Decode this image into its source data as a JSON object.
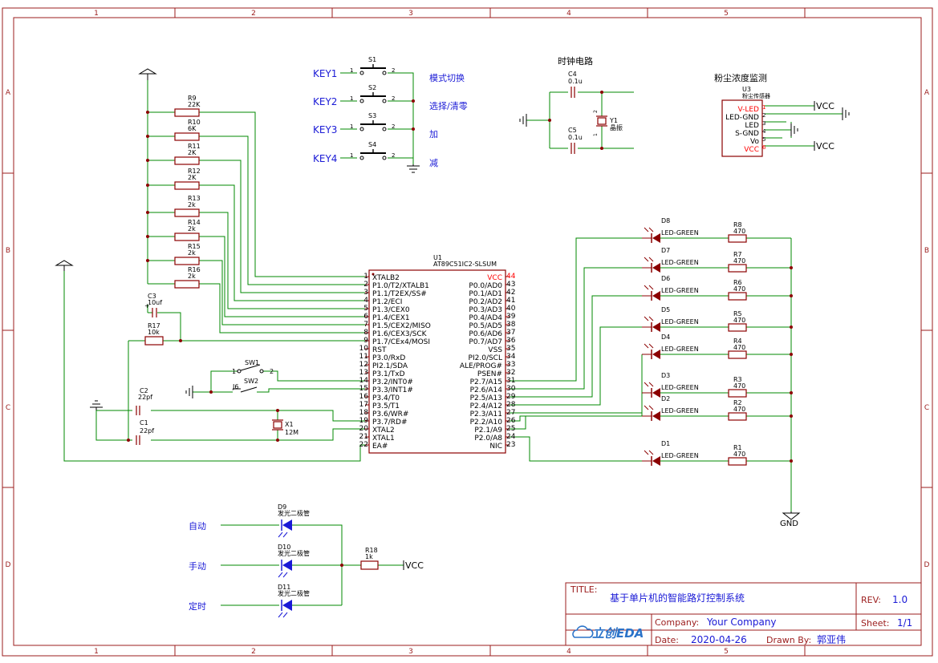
{
  "frame": {
    "columns": [
      "1",
      "2",
      "3",
      "4",
      "5"
    ],
    "rows": [
      "A",
      "B",
      "C",
      "D"
    ]
  },
  "keys": [
    {
      "net": "KEY1",
      "ref": "S1",
      "function": "模式切换"
    },
    {
      "net": "KEY2",
      "ref": "S2",
      "function": "选择/清零"
    },
    {
      "net": "KEY3",
      "ref": "S3",
      "function": "加"
    },
    {
      "net": "KEY4",
      "ref": "S4",
      "function": "减"
    }
  ],
  "pin_numbers": {
    "left": "1",
    "right": "2"
  },
  "resistors_pullup": [
    {
      "ref": "R9",
      "value": "22K"
    },
    {
      "ref": "R10",
      "value": "6K"
    },
    {
      "ref": "R11",
      "value": "2K"
    },
    {
      "ref": "R12",
      "value": "2K"
    },
    {
      "ref": "R13",
      "value": "2k"
    },
    {
      "ref": "R14",
      "value": "2k"
    },
    {
      "ref": "R15",
      "value": "2k"
    },
    {
      "ref": "R16",
      "value": "2k"
    }
  ],
  "clock": {
    "title": "时钟电路",
    "c4": {
      "ref": "C4",
      "value": "0.1u"
    },
    "c5": {
      "ref": "C5",
      "value": "0.1u"
    },
    "crystal": {
      "ref": "Y1",
      "value": "晶振"
    },
    "crystal_pins": [
      "1",
      "2"
    ]
  },
  "dust": {
    "title": "粉尘浓度监测",
    "ref": "U3",
    "value": "粉尘传感器",
    "pins": [
      {
        "name": "V-LED",
        "num": "1",
        "red": true
      },
      {
        "name": "LED-GND",
        "num": "2",
        "red": false
      },
      {
        "name": "LED",
        "num": "3",
        "red": false
      },
      {
        "name": "S-GND",
        "num": "4",
        "red": false
      },
      {
        "name": "Vo",
        "num": "5",
        "red": false
      },
      {
        "name": "VCC",
        "num": "6",
        "red": true
      }
    ],
    "vcc1": "VCC",
    "vcc2": "VCC"
  },
  "mcu": {
    "ref": "U1",
    "part": "AT89C51IC2-SLSUM",
    "left_pins": [
      {
        "num": "1",
        "name": "XTALB2"
      },
      {
        "num": "2",
        "name": "P1.0/T2/XTALB1"
      },
      {
        "num": "3",
        "name": "P1.1/T2EX/SS#"
      },
      {
        "num": "4",
        "name": "P1.2/ECI"
      },
      {
        "num": "5",
        "name": "P1.3/CEX0"
      },
      {
        "num": "6",
        "name": "P1.4/CEX1"
      },
      {
        "num": "7",
        "name": "P1.5/CEX2/MISO"
      },
      {
        "num": "8",
        "name": "P1.6/CEX3/SCK"
      },
      {
        "num": "9",
        "name": "P1.7/CEx4/MOSI"
      },
      {
        "num": "10",
        "name": "RST"
      },
      {
        "num": "11",
        "name": "P3.0/RxD"
      },
      {
        "num": "12",
        "name": "PI2.1/SDA"
      },
      {
        "num": "13",
        "name": "P3.1/TxD"
      },
      {
        "num": "14",
        "name": "P3.2/INT0#"
      },
      {
        "num": "15",
        "name": "P3.3/INT1#"
      },
      {
        "num": "16",
        "name": "P3.4/T0"
      },
      {
        "num": "17",
        "name": "P3.5/T1"
      },
      {
        "num": "18",
        "name": "P3.6/WR#"
      },
      {
        "num": "19",
        "name": "P3.7/RD#"
      },
      {
        "num": "20",
        "name": "XTAL2"
      },
      {
        "num": "21",
        "name": "XTAL1"
      },
      {
        "num": "22",
        "name": "EA#"
      }
    ],
    "right_pins": [
      {
        "num": "44",
        "name": "VCC",
        "red": true
      },
      {
        "num": "43",
        "name": "P0.0/AD0"
      },
      {
        "num": "42",
        "name": "P0.1/AD1"
      },
      {
        "num": "41",
        "name": "P0.2/AD2"
      },
      {
        "num": "40",
        "name": "P0.3/AD3"
      },
      {
        "num": "39",
        "name": "P0.4/AD4"
      },
      {
        "num": "38",
        "name": "P0.5/AD5"
      },
      {
        "num": "37",
        "name": "P0.6/AD6"
      },
      {
        "num": "36",
        "name": "P0.7/AD7"
      },
      {
        "num": "35",
        "name": "VSS"
      },
      {
        "num": "34",
        "name": "PI2.0/SCL"
      },
      {
        "num": "33",
        "name": "ALE/PROG#"
      },
      {
        "num": "32",
        "name": "PSEN#"
      },
      {
        "num": "31",
        "name": "P2.7/A15"
      },
      {
        "num": "30",
        "name": "P2.6/A14"
      },
      {
        "num": "29",
        "name": "P2.5/A13"
      },
      {
        "num": "28",
        "name": "P2.4/A12"
      },
      {
        "num": "27",
        "name": "P2.3/A11"
      },
      {
        "num": "26",
        "name": "P2.2/A10"
      },
      {
        "num": "25",
        "name": "P2.1/A9"
      },
      {
        "num": "24",
        "name": "P2.0/A8"
      },
      {
        "num": "23",
        "name": "NIC"
      }
    ]
  },
  "reset": {
    "c3": {
      "ref": "C3",
      "value": "10uf"
    },
    "r17": {
      "ref": "R17",
      "value": "10k"
    }
  },
  "switches": {
    "sw1": {
      "ref": "SW1",
      "pin1": "1",
      "pin2": "2"
    },
    "sw2": {
      "ref": "SW2",
      "label": "J6"
    }
  },
  "osc": {
    "c2": {
      "ref": "C2",
      "value": "22pf"
    },
    "c1": {
      "ref": "C1",
      "value": "22pf"
    },
    "x1": {
      "ref": "X1",
      "value": "12M"
    }
  },
  "leds": [
    {
      "ref": "D8",
      "value": "LED-GREEN",
      "r": "R8",
      "rv": "470"
    },
    {
      "ref": "D7",
      "value": "LED-GREEN",
      "r": "R7",
      "rv": "470"
    },
    {
      "ref": "D6",
      "value": "LED-GREEN",
      "r": "R6",
      "rv": "470"
    },
    {
      "ref": "D5",
      "value": "LED-GREEN",
      "r": "R5",
      "rv": "470"
    },
    {
      "ref": "D4",
      "value": "LED-GREEN",
      "r": "R4",
      "rv": "470"
    },
    {
      "ref": "D3",
      "value": "LED-GREEN",
      "r": "R3",
      "rv": "470"
    },
    {
      "ref": "D2",
      "value": "LED-GREEN",
      "r": "R2",
      "rv": "470"
    },
    {
      "ref": "D1",
      "value": "LED-GREEN",
      "r": "R1",
      "rv": "470"
    }
  ],
  "gnd_label": "GND",
  "indicators": [
    {
      "ref": "D9",
      "value": "发光二极管",
      "label": "自动"
    },
    {
      "ref": "D10",
      "value": "发光二极管",
      "label": "手动"
    },
    {
      "ref": "D11",
      "value": "发光二极管",
      "label": "定时"
    }
  ],
  "indicator_resistor": {
    "ref": "R18",
    "value": "1k",
    "vcc": "VCC"
  },
  "titleblock": {
    "title_label": "TITLE:",
    "title": "基于单片机的智能路灯控制系统",
    "rev_label": "REV:",
    "rev": "1.0",
    "company_label": "Company:",
    "company": "Your Company",
    "sheet_label": "Sheet:",
    "sheet": "1/1",
    "date_label": "Date:",
    "date": "2020-04-26",
    "drawn_label": "Drawn By:",
    "drawn": "郭亚伟",
    "logo": "立创EDA"
  },
  "colors": {
    "frame": "#9b1c1c",
    "wire": "#008a00",
    "part": "#8b0000",
    "pin_red": "#ff0000",
    "net_blue": "#1a1ad6",
    "text": "#000000",
    "logo": "#2a73c9"
  }
}
